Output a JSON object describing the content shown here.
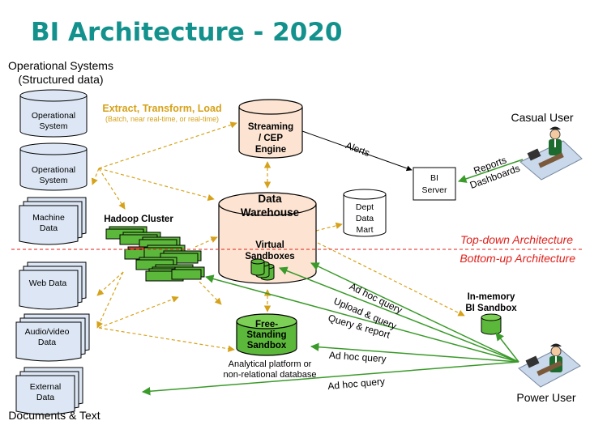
{
  "title": "BI Architecture - 2020",
  "sources": {
    "structured_header": [
      "Operational Systems",
      "(Structured data)"
    ],
    "op_system_1": [
      "Operational",
      "System"
    ],
    "op_system_2": [
      "Operational",
      "System"
    ],
    "machine_data": [
      "Machine",
      "Data"
    ],
    "web_data": "Web Data",
    "audio_video": [
      "Audio/video",
      "Data"
    ],
    "external_data": [
      "External",
      "Data"
    ],
    "documents_footer": "Documents & Text"
  },
  "etl": {
    "label": "Extract, Transform, Load",
    "sublabel": "(Batch, near real-time, or real-time)"
  },
  "hadoop_label": "Hadoop Cluster",
  "streaming": [
    "Streaming",
    "/ CEP",
    "Engine"
  ],
  "warehouse": [
    "Data",
    "Warehouse"
  ],
  "virtual_sandboxes": [
    "Virtual",
    "Sandboxes"
  ],
  "dept_mart": [
    "Dept",
    "Data",
    "Mart"
  ],
  "bi_server": [
    "BI",
    "Server"
  ],
  "free_sandbox": [
    "Free-",
    "Standing",
    "Sandbox"
  ],
  "free_sandbox_caption": [
    "Analytical platform or",
    "non-relational database"
  ],
  "inmemory": [
    "In-memory",
    "BI Sandbox"
  ],
  "architecture": {
    "top_down": "Top-down Architecture",
    "bottom_up": "Bottom-up Architecture"
  },
  "edges": {
    "alerts": "Alerts",
    "reports": "Reports",
    "dashboards": "Dashboards",
    "adhoc_1": "Ad hoc query",
    "upload": "Upload & query",
    "query_report": "Query & report",
    "adhoc_2": "Ad hoc query",
    "adhoc_3": "Ad hoc query"
  },
  "users": {
    "casual": "Casual User",
    "power": "Power User"
  },
  "colors": {
    "title": "#13918c",
    "etl_gold": "#d6a21a",
    "green": "#3a9a2a",
    "red": "#e0201b",
    "peach": "#fde4d2",
    "blue_fill": "#dce6f4"
  }
}
